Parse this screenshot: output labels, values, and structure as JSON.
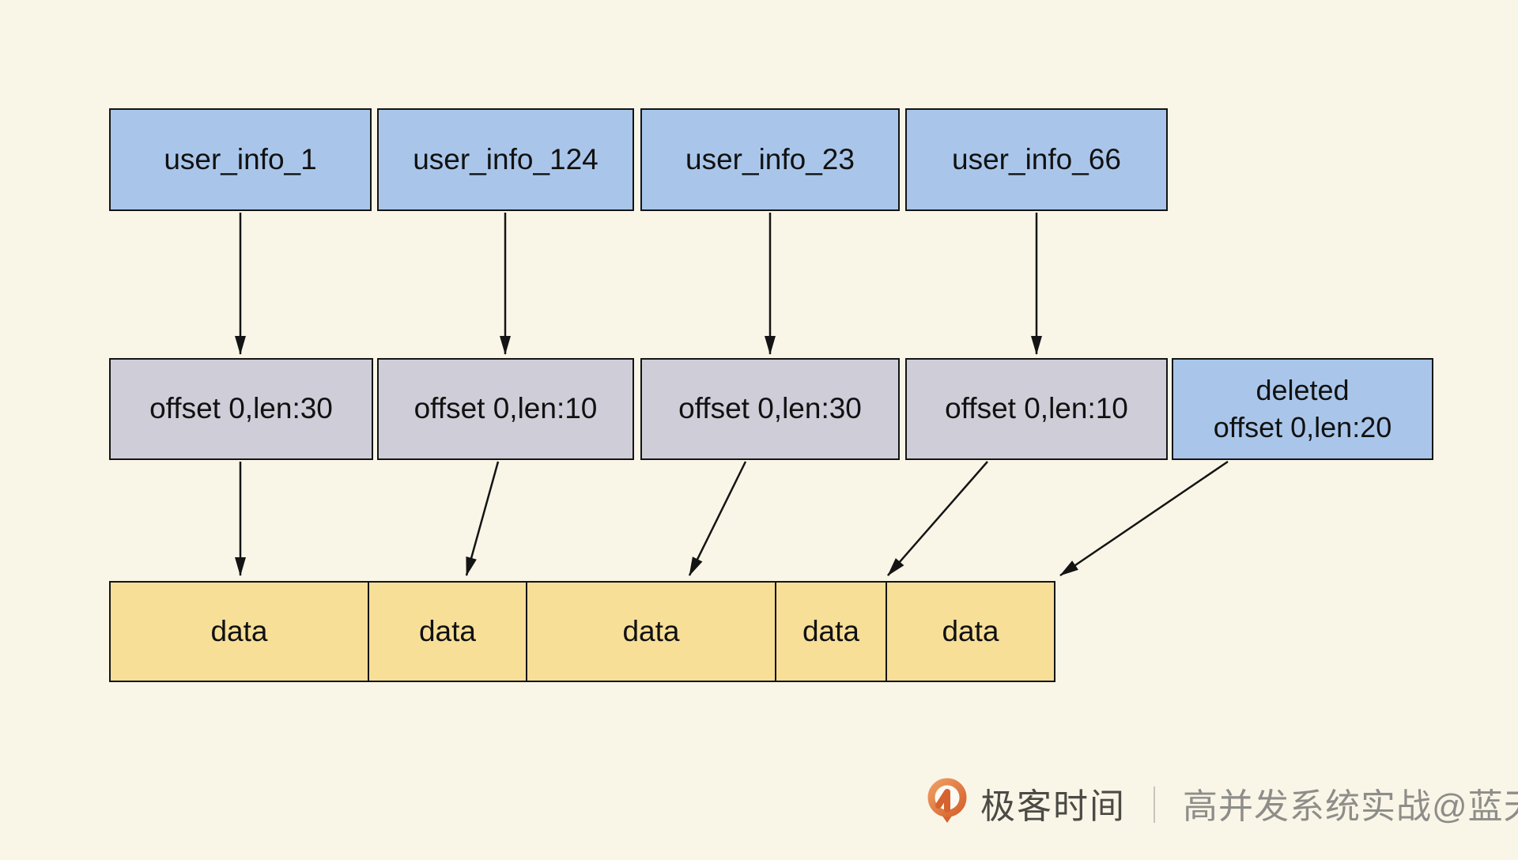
{
  "diagram": {
    "key_row": {
      "items": [
        {
          "label": "user_info_1"
        },
        {
          "label": "user_info_124"
        },
        {
          "label": "user_info_23"
        },
        {
          "label": "user_info_66"
        }
      ]
    },
    "index_row": {
      "items": [
        {
          "label": "offset 0,len:30"
        },
        {
          "label": "offset 0,len:10"
        },
        {
          "label": "offset 0,len:30"
        },
        {
          "label": "offset 0,len:10"
        },
        {
          "line1": "deleted",
          "line2": "offset 0,len:20"
        }
      ]
    },
    "data_row": {
      "items": [
        {
          "label": "data"
        },
        {
          "label": "data"
        },
        {
          "label": "data"
        },
        {
          "label": "data"
        },
        {
          "label": "data"
        }
      ]
    }
  },
  "colors": {
    "background": "#f9f6e8",
    "key_box": "#a9c6ea",
    "index_box": "#cecdd8",
    "deleted_box": "#a9c6ea",
    "data_box": "#f7df98",
    "border": "#141414",
    "brand_orange": "#d5622f",
    "brand_text": "#4c4a45",
    "credit_text": "#8e8d89"
  },
  "footer": {
    "brand": "极客时间",
    "divider": "｜",
    "credit": "高并发系统实战@蓝天"
  }
}
